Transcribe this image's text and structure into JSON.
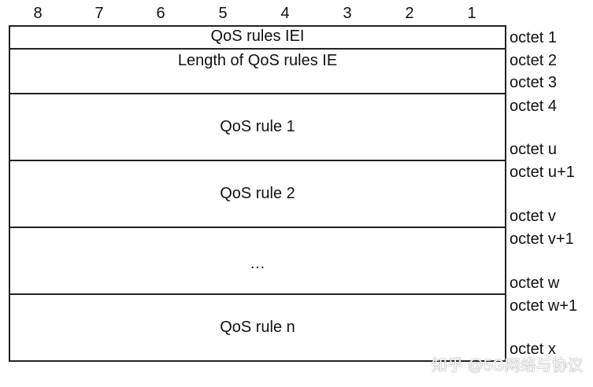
{
  "bit_header": [
    "8",
    "7",
    "6",
    "5",
    "4",
    "3",
    "2",
    "1"
  ],
  "rows": [
    {
      "label": "QoS rules IEI"
    },
    {
      "label": "Length of QoS rules IE"
    },
    {
      "label": "QoS rule 1"
    },
    {
      "label": "QoS rule 2"
    },
    {
      "label": "…"
    },
    {
      "label": "QoS rule n"
    }
  ],
  "octets": [
    "octet 1",
    "octet 2",
    "octet 3",
    "octet 4",
    "octet u",
    "octet u+1",
    "octet v",
    "octet v+1",
    "octet w",
    "octet w+1",
    "octet x"
  ],
  "watermark": "知乎 @5G网络与协议"
}
